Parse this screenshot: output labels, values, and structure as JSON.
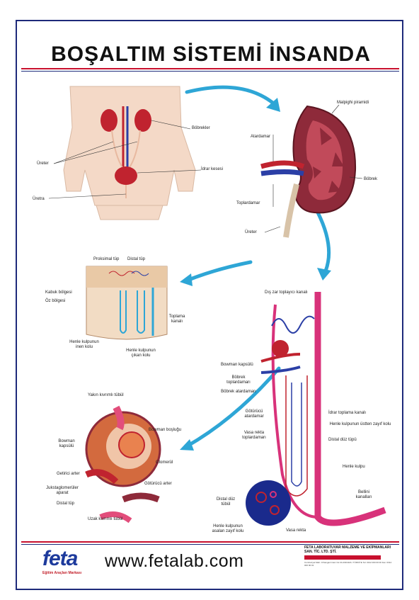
{
  "title": "BOŞALTIM SİSTEMİ İNSANDA",
  "colors": {
    "border": "#1e2a7a",
    "rule_red": "#c8102e",
    "arrow": "#2ea6d6",
    "kidney": "#8e2a3a",
    "logo": "#1d3a9c"
  },
  "body_labels": {
    "bobrekler": "Böbrekler",
    "ureter": "Üreter",
    "idrar_kesesi": "İdrar kesesi",
    "uretra": "Üretra"
  },
  "kidney_labels": {
    "malpighi": "Malpighi piramidi",
    "atardamar": "Atardamar",
    "bobrek": "Böbrek",
    "toplardamar": "Toplardamar",
    "ureter": "Üreter"
  },
  "nephron_labels": {
    "proksimal": "Proksimal tüp",
    "distal": "Distal tüp",
    "kabuk": "Kabuk bölgesi",
    "oz": "Öz bölgesi",
    "toplama": "Toplama kanalı",
    "henle_inen": "Henle kulpunun inen kolu",
    "henle_cikan": "Henle kulpunun çıkan kolu"
  },
  "vessel_labels": {
    "dis_zar": "Dış zar toplayıcı kanalı",
    "bowman_kapsulu": "Bowman kapsülü",
    "bobrek_toplardamari": "Böbrek toplardamarı",
    "bobrek_atardamari": "Böbrek atardamarı",
    "gotururcu": "Götürücü atardamar",
    "idrar_toplama": "İdrar toplama kanalı",
    "henle_ust_kolu": "Henle kulpunun üstten zayıf kolu",
    "vasa_recta_top": "Vasa rekta toplardamarı",
    "distal_duz": "Distal düz tüpü",
    "henle_kulpu": "Henle kulpu",
    "bellini": "Bellini kanalları",
    "distal_duz_tub": "Distal düz tübül",
    "henle_alt": "Henle kulpunun asalan zayıf kolu",
    "vasa_rekta": "Vasa rekta"
  },
  "glom_labels": {
    "yakin": "Yakın kıvrımlı tübül",
    "bowman_boslugu": "Bowman boşluğu",
    "bowman_kapsulu": "Bowman kapsülü",
    "glomerul": "Glomerül",
    "getirici": "Getirici arter",
    "gotururcu": "Götürücü arter",
    "juksta": "Jukstaglomerüler aparat",
    "distal": "Distal tüp",
    "uzak": "Uzak kıvrımlı tübül"
  },
  "footer": {
    "logo": "feta",
    "tagline": "Eğitim Araçları Markası",
    "url": "www.fetalab.com",
    "company": "FETA LABORATUVAR MALZEME VE EKİPMANLARI SAN. TİC. LTD. ŞTİ.",
    "address": "Cumhuriyet Mah. Orhangazi Cad. No:34 ANKARA / TÜRKİYE Tel: 0312 000 00 00 Fax: 0312 000 00 01"
  }
}
